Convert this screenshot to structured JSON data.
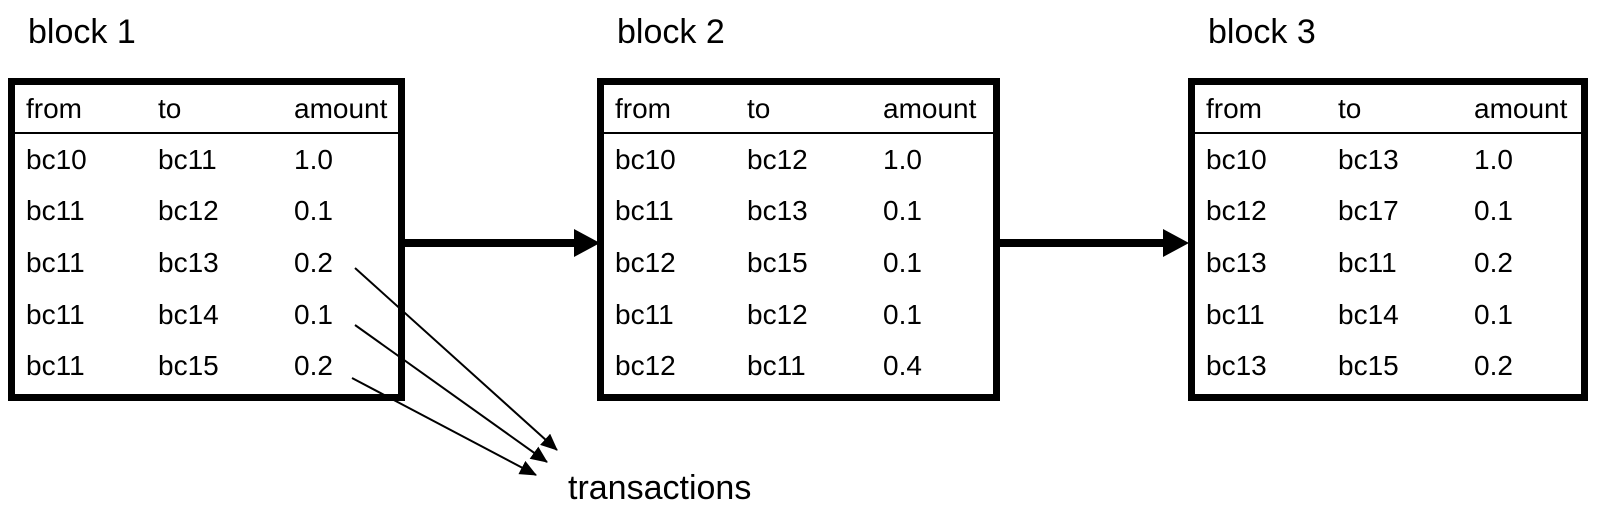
{
  "diagram": {
    "blocks": [
      {
        "title": "block 1",
        "columns": [
          "from",
          "to",
          "amount"
        ],
        "rows": [
          [
            "bc10",
            "bc11",
            "1.0"
          ],
          [
            "bc11",
            "bc12",
            "0.1"
          ],
          [
            "bc11",
            "bc13",
            "0.2"
          ],
          [
            "bc11",
            "bc14",
            "0.1"
          ],
          [
            "bc11",
            "bc15",
            "0.2"
          ]
        ]
      },
      {
        "title": "block 2",
        "columns": [
          "from",
          "to",
          "amount"
        ],
        "rows": [
          [
            "bc10",
            "bc12",
            "1.0"
          ],
          [
            "bc11",
            "bc13",
            "0.1"
          ],
          [
            "bc12",
            "bc15",
            "0.1"
          ],
          [
            "bc11",
            "bc12",
            "0.1"
          ],
          [
            "bc12",
            "bc11",
            "0.4"
          ]
        ]
      },
      {
        "title": "block 3",
        "columns": [
          "from",
          "to",
          "amount"
        ],
        "rows": [
          [
            "bc10",
            "bc13",
            "1.0"
          ],
          [
            "bc12",
            "bc17",
            "0.1"
          ],
          [
            "bc13",
            "bc11",
            "0.2"
          ],
          [
            "bc11",
            "bc14",
            "0.1"
          ],
          [
            "bc13",
            "bc15",
            "0.2"
          ]
        ]
      }
    ],
    "annotation_label": "transactions",
    "colors": {
      "ink": "#000000",
      "background": "#ffffff"
    }
  }
}
